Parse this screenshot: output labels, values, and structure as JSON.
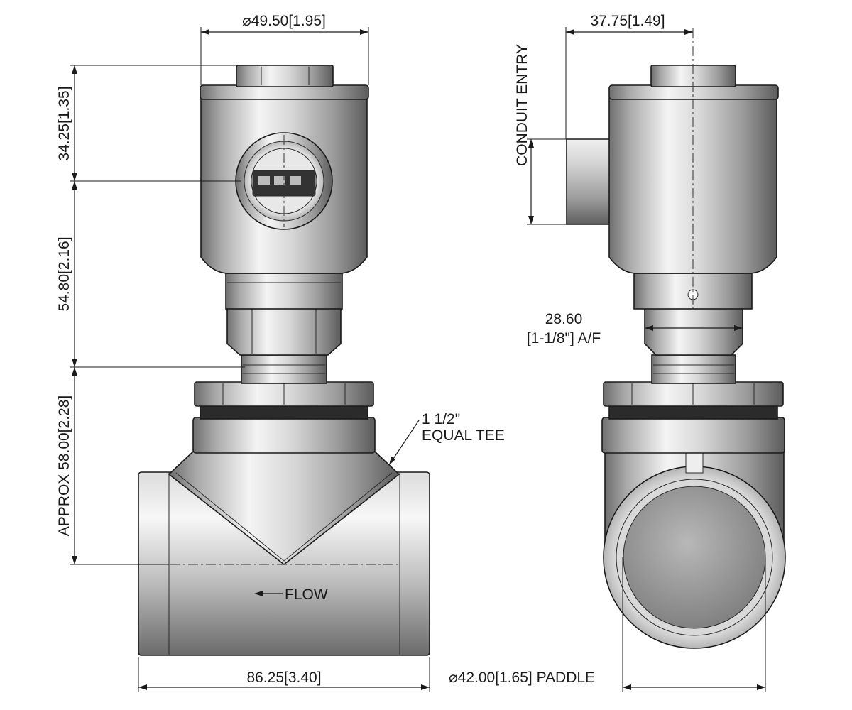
{
  "dimensions": {
    "top_diameter": "⌀49.50[1.95]",
    "side_width": "37.75[1.49]",
    "head_height": "34.25[1.35]",
    "body_height": "54.80[2.16]",
    "tee_height": "APPROX 58.00[2.28]",
    "tee_length": "86.25[3.40]",
    "paddle": "⌀42.00[1.65] PADDLE",
    "hex_size_line1": "28.60",
    "hex_size_line2": "[1-1/8\"] A/F"
  },
  "annotations": {
    "conduit_entry": "CONDUIT ENTRY",
    "tee_line1": "1 1/2\"",
    "tee_line2": "EQUAL TEE",
    "flow": "FLOW"
  }
}
